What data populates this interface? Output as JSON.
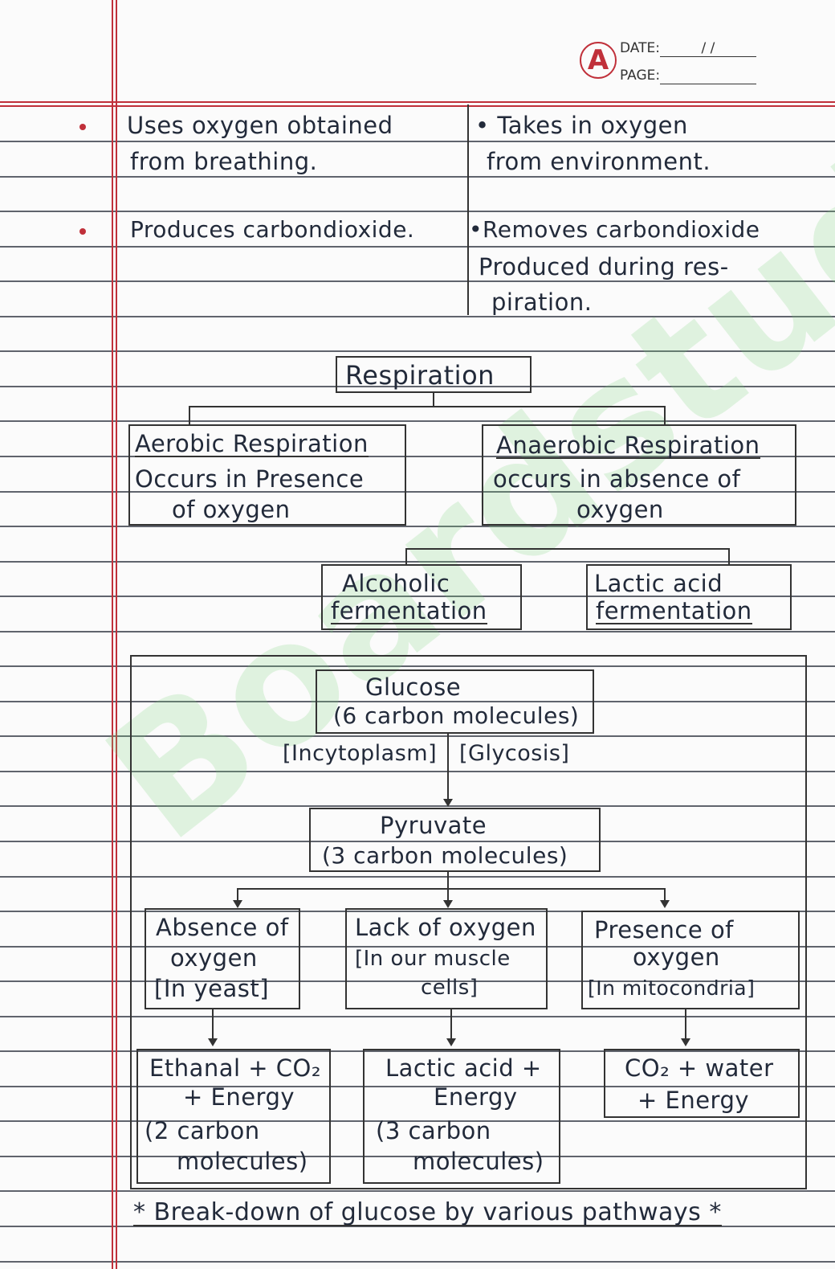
{
  "header": {
    "logo_letter": "A",
    "date_label": "DATE:",
    "date_value": "/ /",
    "page_label": "PAGE:"
  },
  "watermark": "Boardstudy",
  "comparison": {
    "rows": [
      {
        "left": [
          "Uses oxygen obtained",
          "from breathing."
        ],
        "right": [
          "• Takes in oxygen",
          "from environment."
        ]
      },
      {
        "left": [
          "Produces carbondioxide."
        ],
        "right": [
          "•Removes carbondioxide",
          "Produced during res-",
          "piration."
        ]
      }
    ]
  },
  "flow": {
    "root": "Respiration",
    "aerobic": {
      "title": "Aerobic Respiration",
      "lines": [
        "Occurs in Presence",
        "of oxygen"
      ]
    },
    "anaerobic": {
      "title": "Anaerobic Respiration",
      "lines": [
        "occurs in absence of",
        "oxygen"
      ]
    },
    "alcoholic": [
      "Alcoholic",
      "fermentation"
    ],
    "lactic": [
      "Lactic acid",
      "fermentation"
    ]
  },
  "pathway": {
    "glucose": [
      "Glucose",
      "(6 carbon molecules)"
    ],
    "location": "[Incytoplasm]",
    "process": "[Glycosis]",
    "pyruvate": [
      "Pyruvate",
      "(3 carbon molecules)"
    ],
    "conditions": [
      [
        "Absence of",
        "oxygen",
        "[In yeast]"
      ],
      [
        "Lack of oxygen",
        "[In our muscle",
        "cells]"
      ],
      [
        "Presence of",
        "oxygen",
        "[In mitocondria]"
      ]
    ],
    "products": [
      [
        "Ethanal + CO₂",
        "+ Energy",
        "(2 carbon",
        "molecules)"
      ],
      [
        "Lactic acid +",
        "Energy",
        "(3 carbon",
        "molecules)"
      ],
      [
        "CO₂ + water",
        "+ Energy"
      ]
    ],
    "caption": "* Break-down of glucose by various pathways *"
  }
}
